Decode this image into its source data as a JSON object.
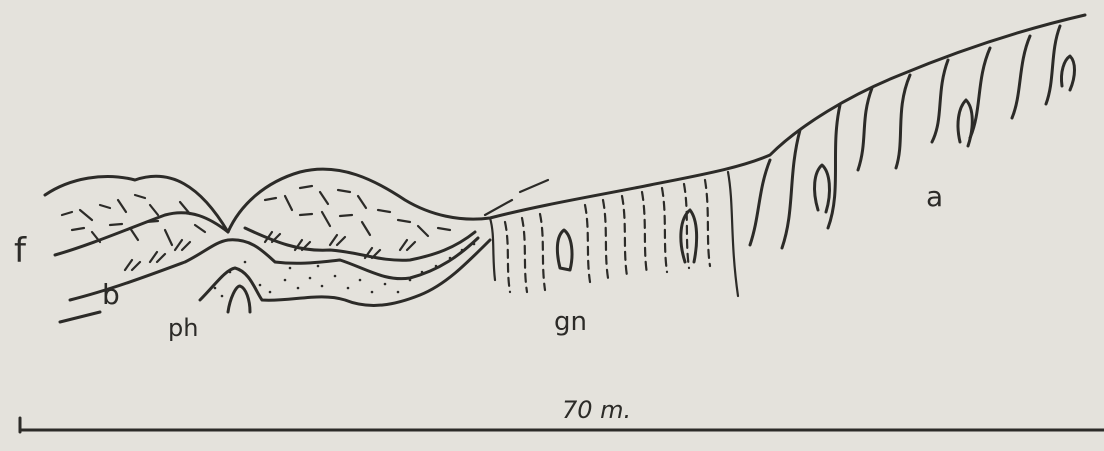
{
  "figure": {
    "labels": {
      "f": "f",
      "b": "b",
      "ph": "ph",
      "gn": "gn",
      "a": "a"
    },
    "scale_bar": {
      "label": "70 m."
    },
    "colors": {
      "ink": "#2c2b28",
      "paper": "#e4e2dc"
    }
  }
}
